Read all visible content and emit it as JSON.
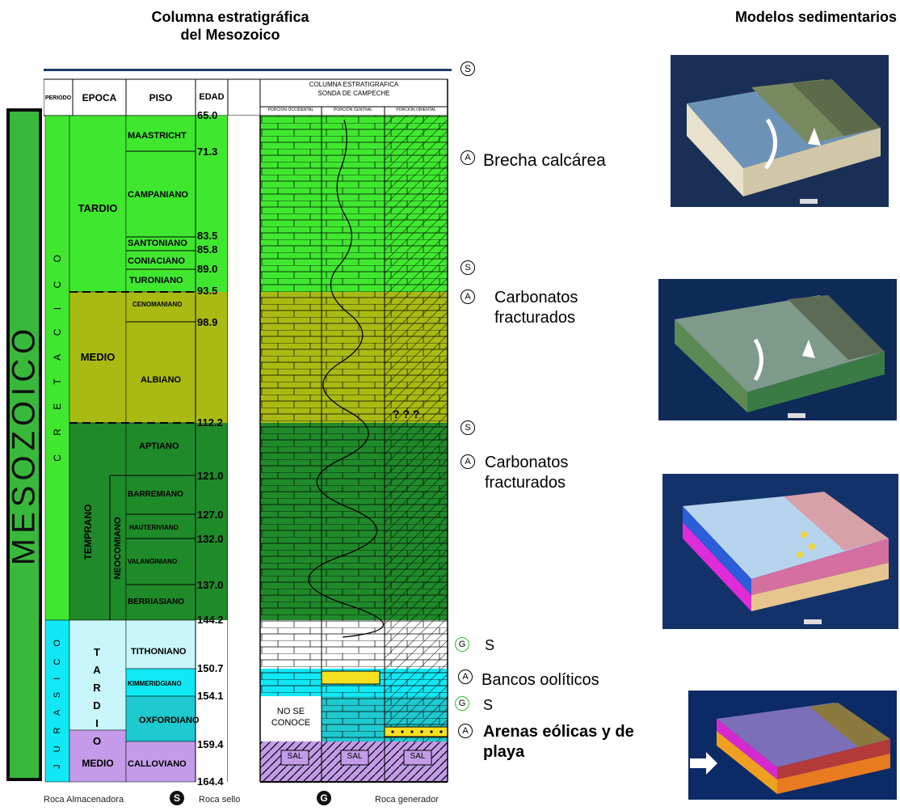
{
  "titles": {
    "column_title_line1": "Columna estratigráfica",
    "column_title_line2": "del Mesozoico",
    "models_title": "Modelos sedimentarios"
  },
  "era": "MESOZOICO",
  "table_header": {
    "periodo": "PERIODO",
    "epoca": "EPOCA",
    "piso": "PISO",
    "edad": "EDAD",
    "column_title_1": "COLUMNA ESTRATIGRAFICA",
    "column_title_2": "SONDA DE CAMPECHE",
    "portion_west": "PORCION OCCIDENTAL",
    "portion_center": "PORCION CENTRAL",
    "portion_east": "PORCION ORIENTAL"
  },
  "periods": {
    "cretacico": "C R E T A C I C O",
    "jurasico": "J U R A S I C O"
  },
  "epochs": {
    "tardio_cret": "TARDIO",
    "medio_cret": "MEDIO",
    "temprano": "TEMPRANO",
    "neocomiano": "NEOCOMIANO",
    "tardio_jur": "T A R D I O",
    "medio_jur": "MEDIO"
  },
  "stages": {
    "maastricht": "MAASTRICHT",
    "campaniano": "CAMPANIANO",
    "santoniano": "SANTONIANO",
    "coniaciano": "CONIACIANO",
    "turoniano": "TURONIANO",
    "cenomaniano": "CENOMANIANO",
    "albiano": "ALBIANO",
    "aptiano": "APTIANO",
    "barremiano": "BARREMIANO",
    "hauteriviano": "HAUTERIVIANO",
    "valanginiano": "VALANGINIANO",
    "berriasiano": "BERRIASIANO",
    "tithoniano": "TITHONIANO",
    "kimmeridgiano": "KIMMERIDGIANO",
    "oxfordiano": "OXFORDIANO",
    "calloviano": "CALLOVIANO"
  },
  "ages": [
    "65.0",
    "71.3",
    "83.5",
    "85.8",
    "89.0",
    "93.5",
    "98.9",
    "112.2",
    "121.0",
    "127.0",
    "132.0",
    "137.0",
    "144.2",
    "150.7",
    "154.1",
    "159.4",
    "164.4"
  ],
  "no_se_conoce_1": "NO SE",
  "no_se_conoce_2": "CONOCE",
  "sal": "SAL",
  "question_marks": "? ? ?",
  "annotations": {
    "s_top": "S",
    "a1": "A",
    "brecha": "Brecha calcárea",
    "s2": "S",
    "a2": "A",
    "carb1_l1": "Carbonatos",
    "carb1_l2": "fracturados",
    "s3": "S",
    "a3": "A",
    "carb2_l1": "Carbonatos",
    "carb2_l2": "fracturados",
    "g1": "G",
    "s_text1": "S",
    "a4": "A",
    "bancos": "Bancos oolíticos",
    "g2": "G",
    "s_text2": "S",
    "a5": "A",
    "arenas_l1": "Arenas eólicas y de",
    "arenas_l2": "playa"
  },
  "footer": {
    "roca_almacenadora": "Roca Almacenadora",
    "s_symbol": "S",
    "roca_sello": "Roca sello",
    "g_symbol": "G",
    "roca_generadora": "Roca generador"
  },
  "colors": {
    "cret_tardio": "#3fe82f",
    "cret_medio": "#a9bb12",
    "cret_temprano": "#1f8a2a",
    "jur_tardio_light": "#c9f6fb",
    "jur_tardio_mid": "#11e8f5",
    "jur_oxford": "#1ec9cf",
    "jur_medio": "#c39be8",
    "meso": "#39b93b"
  }
}
